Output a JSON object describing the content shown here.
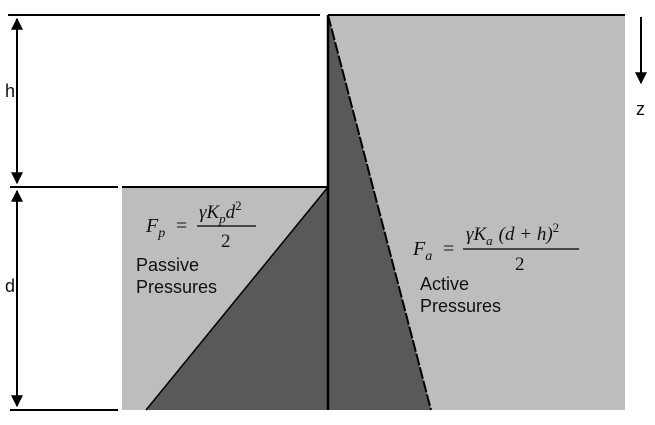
{
  "labels": {
    "h": "h",
    "d": "d",
    "z": "z",
    "passive_line1": "Passive",
    "passive_line2": "Pressures",
    "active_line1": "Active",
    "active_line2": "Pressures"
  },
  "equations": {
    "passive": {
      "lhs_symbol": "F",
      "lhs_subscript": "p",
      "equals": "=",
      "numerator": "γK",
      "numerator_subscript": "p",
      "numerator_tail": "d",
      "numerator_power": "2",
      "denominator": "2"
    },
    "active": {
      "lhs_symbol": "F",
      "lhs_subscript": "a",
      "equals": "=",
      "numerator": "γK",
      "numerator_subscript": "a",
      "numerator_tail": "(d + h)",
      "numerator_power": "2",
      "denominator": "2"
    }
  },
  "colors": {
    "soil": "#bdbdbd",
    "pressure": "#595959",
    "line": "#000000",
    "background": "#ffffff"
  }
}
